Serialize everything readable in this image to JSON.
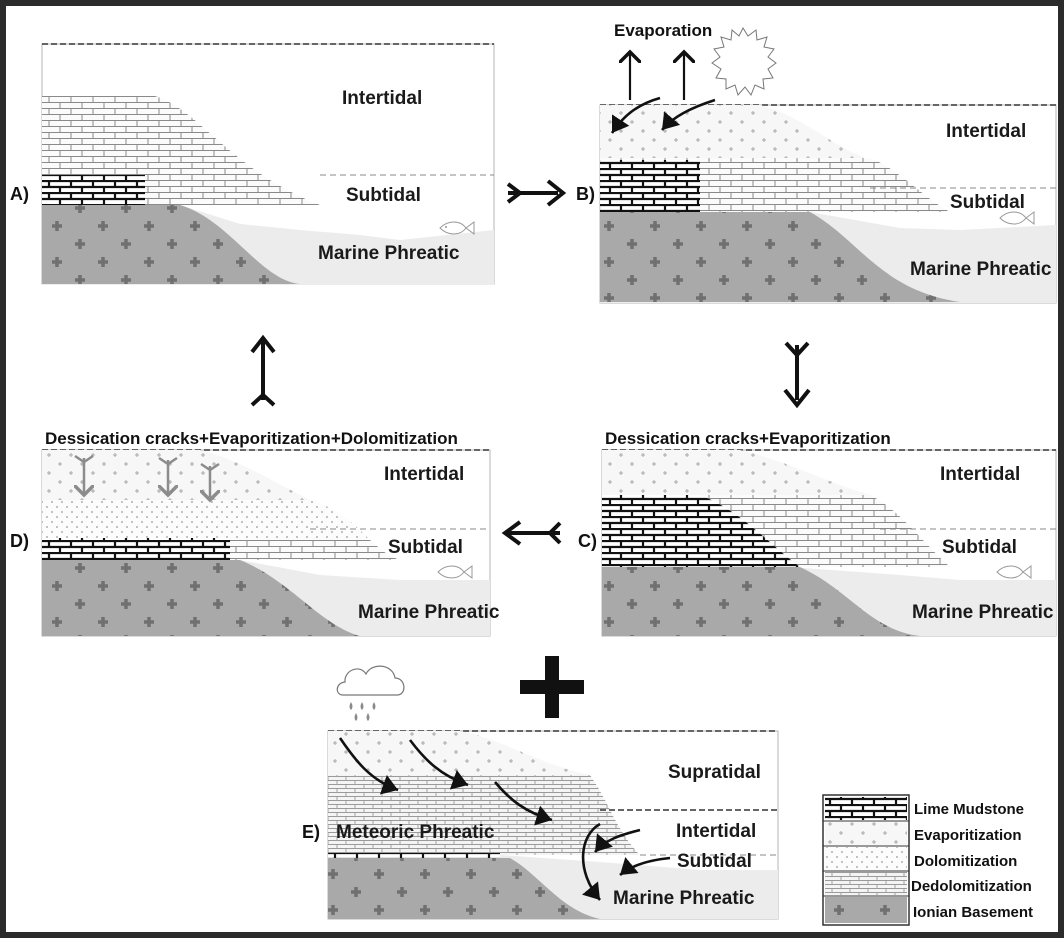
{
  "panels": {
    "A": {
      "label": "A)",
      "zones": [
        "Intertidal",
        "Subtidal",
        "Marine Phreatic"
      ]
    },
    "B": {
      "label": "B)",
      "caption": "Evaporation",
      "zones": [
        "Intertidal",
        "Subtidal",
        "Marine Phreatic"
      ]
    },
    "C": {
      "label": "C)",
      "caption": "Dessication cracks+Evaporitization",
      "zones": [
        "Intertidal",
        "Subtidal",
        "Marine Phreatic"
      ]
    },
    "D": {
      "label": "D)",
      "caption": "Dessication cracks+Evaporitization+Dolomitization",
      "zones": [
        "Intertidal",
        "Subtidal",
        "Marine Phreatic"
      ]
    },
    "E": {
      "label": "E)",
      "zones": [
        "Supratidal",
        "Meteoric Phreatic",
        "Intertidal",
        "Subtidal",
        "Marine Phreatic"
      ]
    }
  },
  "legend": [
    {
      "label": "Lime Mudstone",
      "pattern": "brick-dark"
    },
    {
      "label": "Evaporitization",
      "pattern": "cross-dots"
    },
    {
      "label": "Dolomitization",
      "pattern": "fine-dots"
    },
    {
      "label": "Dedolomitization",
      "pattern": "brick-light"
    },
    {
      "label": "Ionian Basement",
      "pattern": "basement-cross"
    }
  ],
  "icons": [
    "sun-icon",
    "cloud-icon",
    "rain-drops-icon",
    "fish-icon",
    "plus-icon",
    "arrow-icon"
  ]
}
